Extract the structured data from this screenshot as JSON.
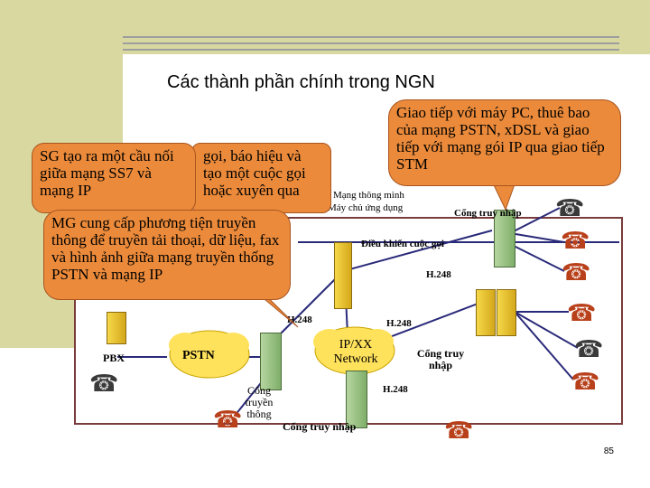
{
  "slide": {
    "title": "Các thành phần chính trong NGN",
    "page_number": "85"
  },
  "callouts": {
    "sg": "SG tạo ra một cầu nối giữa mạng SS7 và mạng IP",
    "call_signal": "gọi, báo hiệu và tạo một cuộc gọi hoặc xuyên qua",
    "mg": "MG cung cấp phương tiện truyền thông để truyền tải thoại, dữ liệu, fax và hình ảnh giữa mạng truyền thống PSTN và mạng IP",
    "access": "Giao tiếp với máy PC, thuê bao của mạng PSTN, xDSL và giao tiếp với mạng gói IP qua giao tiếp STM"
  },
  "labels": {
    "service_1": "Mạng thông minh",
    "service_2": "Máy chủ ứng dụng",
    "access_gw_top": "Cổng truy nhập",
    "call_control": "Điều khiển cuộc gọi",
    "h248_right": "H.248",
    "h248_left": "H.248",
    "h248_mid": "H.248",
    "h248_bottom": "H.248",
    "core": "IP/XX Network",
    "access_gw_right": "Cổng truy nhập",
    "pbx": "PBX",
    "pstn": "PSTN",
    "media_gw": "Cổng truyền thông",
    "access_gw_bottom": "Cổng truy nhập"
  },
  "colors": {
    "background_band": "#d8d8a0",
    "callout_fill": "#eb8a3a",
    "network_border": "#7a3c3c",
    "link_line": "#2a2a7a",
    "cloud": "#ffe25c"
  },
  "icons": [
    "telephone-icon",
    "server-icon",
    "pbx-icon",
    "cloud-icon"
  ]
}
